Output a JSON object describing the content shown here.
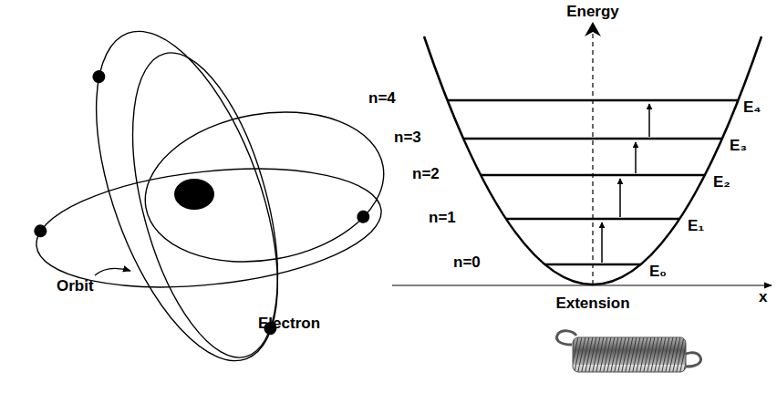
{
  "diagram": {
    "labels": [
      "Orbit",
      "Electron",
      "Energy",
      "n=4",
      "n=3",
      "n=2",
      "n=1",
      "n=0",
      "E₄",
      "E₃",
      "E₂",
      "E₁",
      "E₀",
      "Extension",
      "x"
    ]
  }
}
